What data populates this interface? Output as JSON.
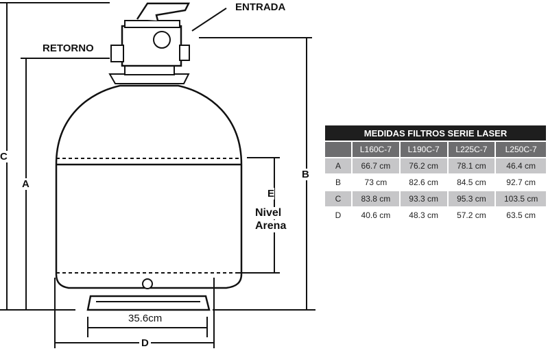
{
  "labels": {
    "entrada": "ENTRADA",
    "retorno": "RETORNO",
    "c": "C",
    "a": "A",
    "b": "B",
    "e": "E",
    "nivel": "Nivel",
    "arena": "Arena",
    "base_width": "35.6cm",
    "d": "D"
  },
  "table": {
    "title": "MEDIDAS FILTROS SERIE LASER",
    "columns": [
      "L160C-7",
      "L190C-7",
      "L225C-7",
      "L250C-7"
    ],
    "rows": [
      {
        "label": "A",
        "values": [
          "66.7 cm",
          "76.2 cm",
          "78.1 cm",
          "46.4 cm"
        ]
      },
      {
        "label": "B",
        "values": [
          "73 cm",
          "82.6 cm",
          "84.5 cm",
          "92.7 cm"
        ]
      },
      {
        "label": "C",
        "values": [
          "83.8 cm",
          "93.3 cm",
          "95.3 cm",
          "103.5 cm"
        ]
      },
      {
        "label": "D",
        "values": [
          "40.6 cm",
          "48.3 cm",
          "57.2 cm",
          "63.5 cm"
        ]
      }
    ]
  }
}
